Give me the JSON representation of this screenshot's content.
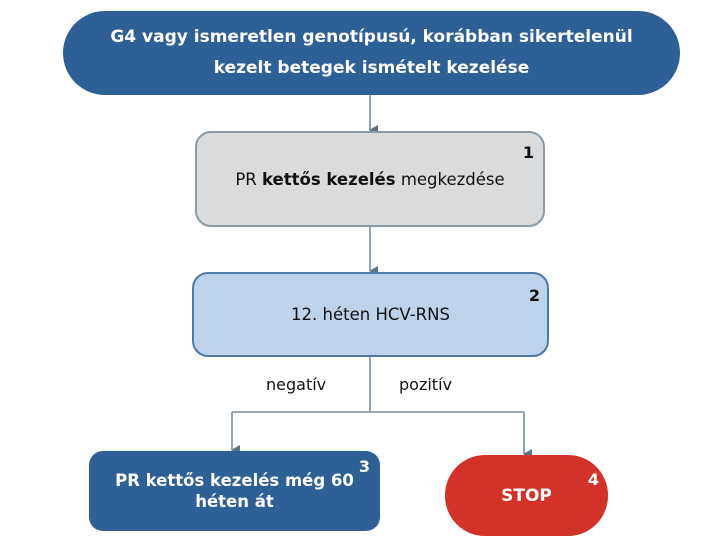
{
  "top": {
    "line1": "G4 vagy ismeretlen genotípusú, korábban sikertelenül",
    "line2": "kezelt betegek ismételt kezelése"
  },
  "step1": {
    "prefix": "PR ",
    "bold": "kettős kezelés",
    "suffix": " megkezdése",
    "number": "1"
  },
  "step2": {
    "text": "12. héten HCV-RNS",
    "number": "2"
  },
  "branches": {
    "negative": "negatív",
    "positive": "pozitív"
  },
  "step3": {
    "line1": "PR kettős kezelés még 60",
    "line2": "héten át",
    "number": "3"
  },
  "step4": {
    "text": "STOP",
    "number": "4"
  },
  "colors": {
    "dark_blue": "#2f5f97",
    "light_gray": "#d9dbdc",
    "light_blue": "#bdd2eb",
    "stop_red": "#d23228",
    "connector": "#7a8d9c"
  }
}
